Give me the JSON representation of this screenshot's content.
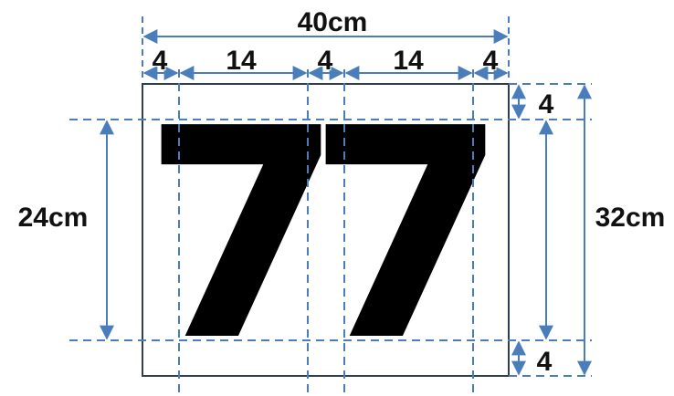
{
  "colors": {
    "line": "#4a7ebb",
    "frame": "#2f3e55",
    "digit": "#000000",
    "text": "#111111"
  },
  "digits": [
    "7",
    "7"
  ],
  "labels": {
    "total_width": "40cm",
    "segments": [
      "4",
      "14",
      "4",
      "14",
      "4"
    ],
    "total_height": "32cm",
    "digit_height": "24cm",
    "top_margin": "4",
    "bottom_margin": "4"
  }
}
